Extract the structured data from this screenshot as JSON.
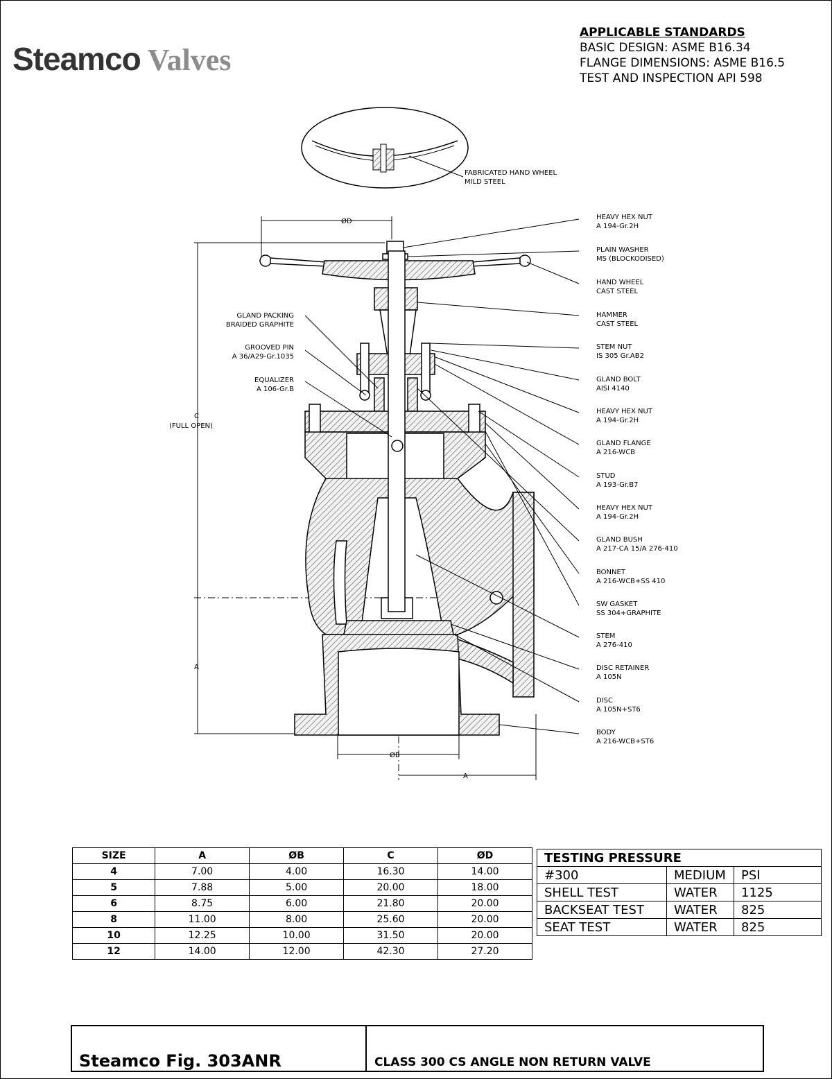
{
  "brand": {
    "word1": "Steamco",
    "word2": "Valves"
  },
  "standards": {
    "heading": "APPLICABLE STANDARDS",
    "lines": [
      "BASIC DESIGN: ASME B16.34",
      "FLANGE DIMENSIONS: ASME B16.5",
      "TEST AND INSPECTION API 598"
    ]
  },
  "drawing": {
    "handwheel_detail": [
      "FABRICATED HAND WHEEL",
      "MILD STEEL"
    ],
    "dims": {
      "d": "ØD",
      "b": "ØB",
      "a": "A",
      "c_top": "C",
      "c_bottom": "(FULL  OPEN)"
    },
    "left_callouts": [
      [
        "GLAND PACKING",
        "BRAIDED GRAPHITE"
      ],
      [
        "GROOVED PIN",
        "A 36/A29-Gr.1035"
      ],
      [
        "EQUALIZER",
        "A 106-Gr.B"
      ]
    ],
    "right_callouts": [
      [
        "HEAVY HEX NUT",
        "A 194-Gr.2H"
      ],
      [
        "PLAIN WASHER",
        "MS (BLOCKODISED)"
      ],
      [
        "HAND WHEEL",
        "CAST  STEEL"
      ],
      [
        "HAMMER",
        "CAST  STEEL"
      ],
      [
        "STEM NUT",
        "IS 305 Gr.AB2"
      ],
      [
        "GLAND BOLT",
        "AISI 4140"
      ],
      [
        "HEAVY HEX NUT",
        "A 194-Gr.2H"
      ],
      [
        "GLAND FLANGE",
        "A 216-WCB"
      ],
      [
        "STUD",
        "A 193-Gr.B7"
      ],
      [
        "HEAVY HEX NUT",
        "A 194-Gr.2H"
      ],
      [
        "GLAND BUSH",
        "A 217-CA 15/A 276-410"
      ],
      [
        "BONNET",
        "A 216-WCB+SS 410"
      ],
      [
        "SW GASKET",
        "SS 304+GRAPHITE"
      ],
      [
        "STEM",
        "A 276-410"
      ],
      [
        "DISC RETAINER",
        "A 105N"
      ],
      [
        "DISC",
        "A 105N+ST6"
      ],
      [
        "BODY",
        "A 216-WCB+ST6"
      ]
    ]
  },
  "dimensions_table": {
    "headers": [
      "SIZE",
      "A",
      "ØB",
      "C",
      "ØD"
    ],
    "rows": [
      [
        "4",
        "7.00",
        "4.00",
        "16.30",
        "14.00"
      ],
      [
        "5",
        "7.88",
        "5.00",
        "20.00",
        "18.00"
      ],
      [
        "6",
        "8.75",
        "6.00",
        "21.80",
        "20.00"
      ],
      [
        "8",
        "11.00",
        "8.00",
        "25.60",
        "20.00"
      ],
      [
        "10",
        "12.25",
        "10.00",
        "31.50",
        "20.00"
      ],
      [
        "12",
        "14.00",
        "12.00",
        "42.30",
        "27.20"
      ]
    ]
  },
  "testing_table": {
    "title": "TESTING PRESSURE",
    "header": [
      "#300",
      "MEDIUM",
      "PSI"
    ],
    "rows": [
      [
        "SHELL TEST",
        "WATER",
        "1125"
      ],
      [
        "BACKSEAT TEST",
        "WATER",
        "825"
      ],
      [
        "SEAT TEST",
        "WATER",
        "825"
      ]
    ]
  },
  "title_block": {
    "figure": "Steamco Fig. 303ANR",
    "description": "CLASS 300 CS ANGLE NON RETURN VALVE"
  }
}
